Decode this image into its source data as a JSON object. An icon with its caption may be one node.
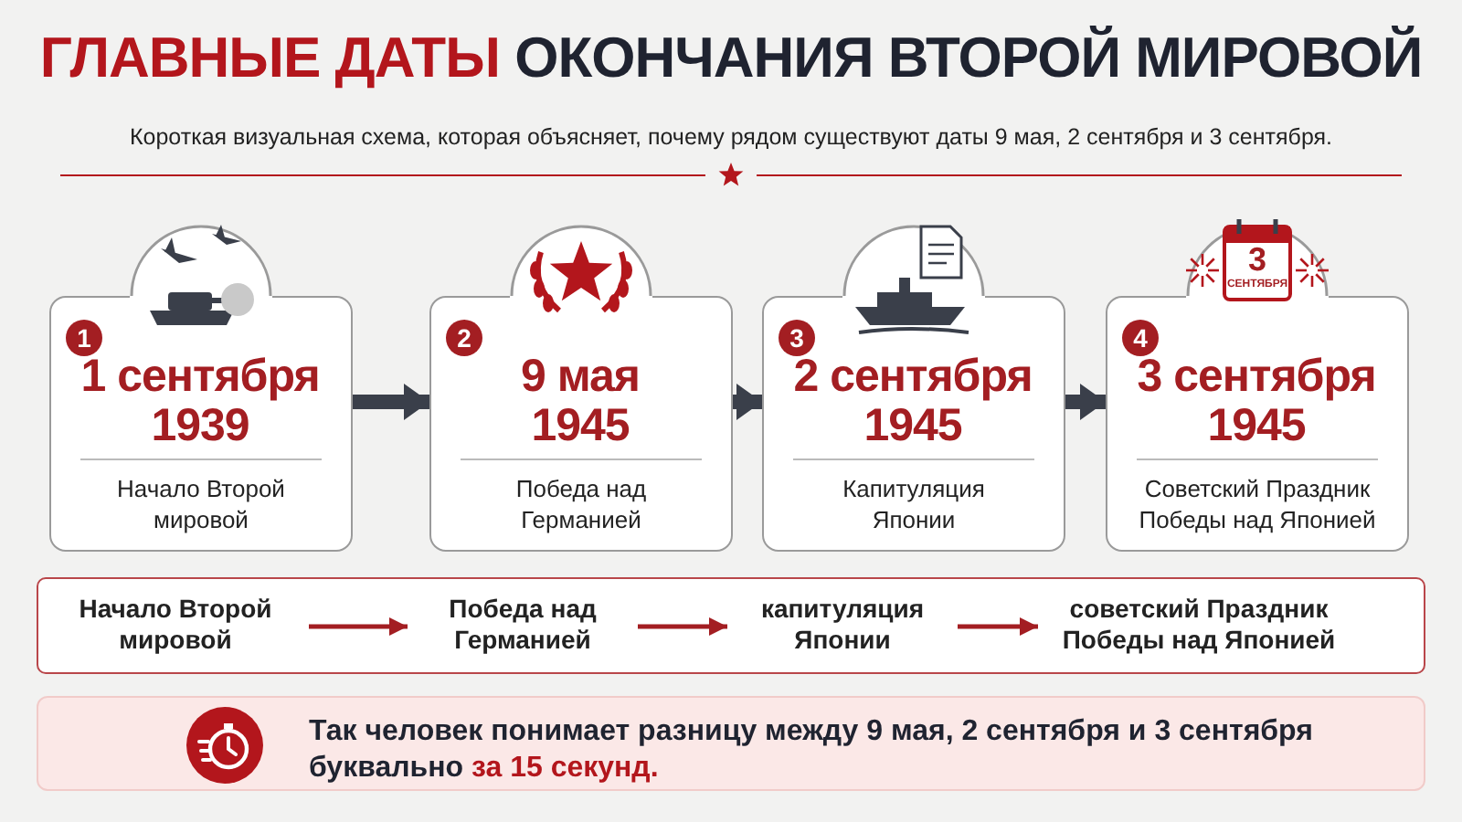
{
  "diagram": {
    "title": "**ГЛАВНЫЕ ДАТЫ** ОКОНЧАНИЯ ВТОРОЙ МИРОВОЙ",
    "nodes": [
      {
        "text": [
          "1",
          "1 сентября 1939",
          "Начало Второй мировой"
        ]
      },
      {
        "text": [
          "2",
          "9 мая 1945",
          "Победа над Германией"
        ]
      },
      {
        "text": [
          "3",
          "2 сентября 1945",
          "Капитуляция Японии"
        ]
      },
      {
        "text": [
          "4",
          "3 сентября 1945",
          "Советский Праздник Победы над Японией"
        ],
        "beside": [
          "3",
          "СЕНТЯБРЯ"
        ]
      },
      {
        "text": [],
        "shape": "box"
      },
      {
        "text": [
          "Начало Второй мировой"
        ],
        "in": 4
      },
      {
        "text": [
          "Победа над Германией"
        ],
        "in": 4
      },
      {
        "text": [
          "капитуляция Японии"
        ],
        "in": 4
      },
      {
        "text": [
          "советский Праздник Победы над Японией"
        ],
        "in": 4
      },
      {
        "text": [
          "Так человек понимает разницу между 9 мая, 2 сентября и 3 сентября буквально **за 15 секунд.**"
        ]
      }
    ],
    "edges": [
      {
        "from": 0,
        "to": 1,
        "arrow": "to",
        "style": "thick"
      },
      {
        "from": 1,
        "to": 2,
        "arrow": "to",
        "style": "thick"
      },
      {
        "from": 2,
        "to": 3,
        "arrow": "to",
        "style": "thick"
      },
      {
        "from": 5,
        "to": 6,
        "arrow": "to",
        "color": "#a31e22"
      },
      {
        "from": 6,
        "to": 7,
        "arrow": "to",
        "color": "#a31e22"
      },
      {
        "from": 7,
        "to": 8,
        "arrow": "to",
        "color": "#a31e22"
      }
    ],
    "labels": [
      "Короткая визуальная схема, которая объясняет, почему рядом существуют даты 9 мая, 2 сентября и 3 сентября."
    ]
  }
}
